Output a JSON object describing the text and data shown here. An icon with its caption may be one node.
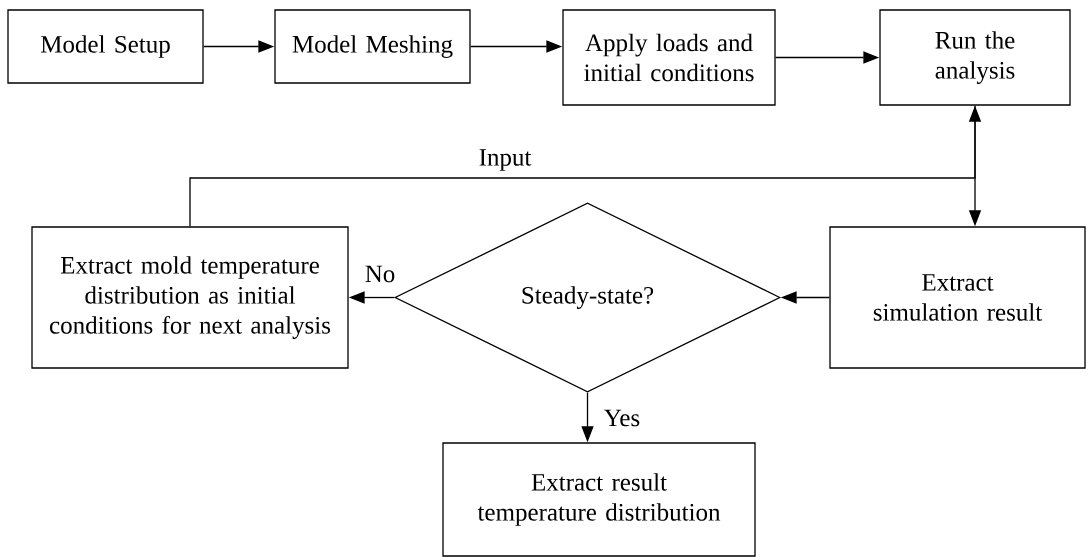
{
  "diagram": {
    "nodes": [
      {
        "text": [
          "Model Setup"
        ]
      },
      {
        "text": [
          "Model Meshing"
        ]
      },
      {
        "text": [
          "Apply loads and initial conditions"
        ]
      },
      {
        "text": [
          "Run the analysis"
        ]
      },
      {
        "text": [
          "Extract mold temperature distribution as initial conditions for next analysis"
        ]
      },
      {
        "text": [
          "Steady-state?"
        ]
      },
      {
        "text": [
          "Extract simulation result"
        ]
      },
      {
        "text": [
          "Extract result temperature distribution"
        ]
      }
    ],
    "edges": [
      {
        "from": 0,
        "to": 1,
        "arrow": "to"
      },
      {
        "from": 1,
        "to": 2,
        "arrow": "to"
      },
      {
        "from": 2,
        "to": 3,
        "arrow": "to"
      },
      {
        "from": 3,
        "to": 6,
        "arrow": "to"
      },
      {
        "from": 4,
        "to": 3,
        "arrow": "to",
        "label": "Input"
      },
      {
        "from": 6,
        "to": 5,
        "arrow": "to"
      },
      {
        "from": 5,
        "to": 4,
        "arrow": "to",
        "label": "No"
      },
      {
        "from": 5,
        "to": 7,
        "arrow": "to",
        "label": "Yes"
      }
    ]
  }
}
